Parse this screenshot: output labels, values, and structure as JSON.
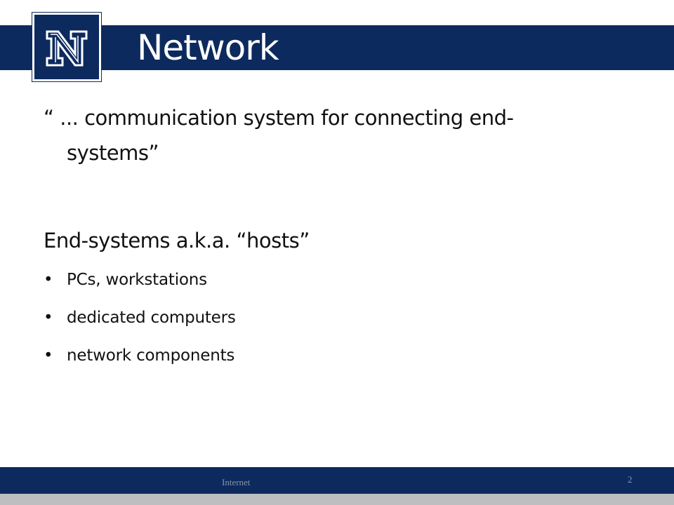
{
  "slide": {
    "title": "Network",
    "quote_line1": "“ ... communication system for connecting end-",
    "quote_line2": "systems”",
    "heading2": "End-systems a.k.a. “hosts”",
    "bullet_char": "•",
    "bullets": [
      "PCs, workstations",
      "dedicated computers",
      "network components"
    ],
    "footer_text": "Internet",
    "page_number": "2"
  },
  "logo": {
    "icon": "nevada-n-logo-icon",
    "letter": "N"
  },
  "colors": {
    "brand_navy": "#0d2a5e",
    "footer_strip_gray": "#bcbec0",
    "body_text": "#111111",
    "title_text": "#ffffff"
  }
}
